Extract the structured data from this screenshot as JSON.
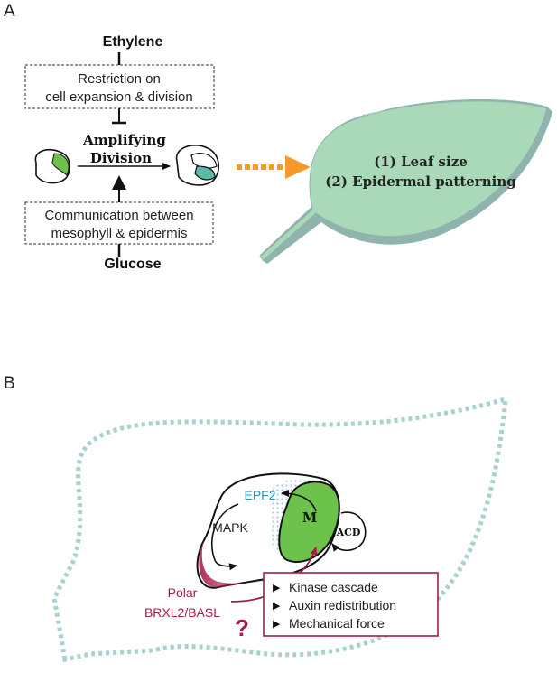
{
  "panel_a": {
    "label": "A",
    "ethylene": "Ethylene",
    "restriction_line1": "Restriction on",
    "restriction_line2": "cell expansion & division",
    "amplifying_line1": "Amplifying",
    "amplifying_line2": "Division",
    "communication_line1": "Communication between",
    "communication_line2": "mesophyll & epidermis",
    "glucose": "Glucose",
    "leaf_line1": "(1) Leaf size",
    "leaf_line2": "(2) Epidermal patterning"
  },
  "panel_b": {
    "label": "B",
    "epf2": "EPF2",
    "mapk": "MAPK",
    "m": "M",
    "acd": "ACD",
    "polar_line1": "Polar",
    "polar_line2": "BRXL2/BASL",
    "question": "?",
    "mechanisms": [
      "Kinase cascade",
      "Auxin redistribution",
      "Mechanical force"
    ]
  },
  "colors": {
    "leaf_fill": "#a9d9b9",
    "leaf_edge": "#8fb4ad",
    "cell_green": "#6cc24a",
    "teal": "#5ab9a8",
    "dashed_arrow": "#f39a2b",
    "polar_red": "#a31d4a",
    "epf2_blue": "#2a8fb5",
    "dots_blue": "#9ec8e6",
    "outline_teal": "#a7d2cf"
  }
}
